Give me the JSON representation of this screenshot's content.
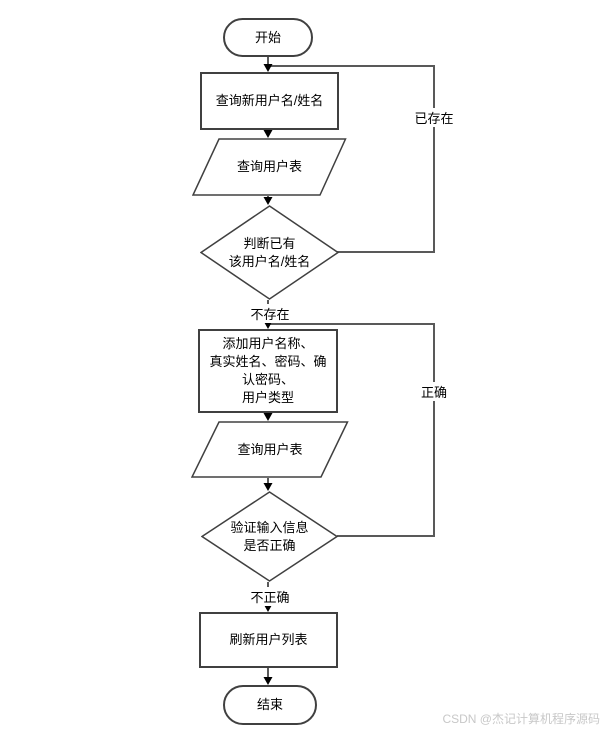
{
  "diagram": {
    "nodes": {
      "start": {
        "label": "开始"
      },
      "query_new_user": {
        "label": "查询新用户名/姓名"
      },
      "query_table_1": {
        "label": "查询用户表"
      },
      "check_exists": {
        "label": "判断已有\n该用户名/姓名"
      },
      "add_user": {
        "label": "添加用户名称、\n真实姓名、密码、确\n认密码、\n用户类型"
      },
      "query_table_2": {
        "label": "查询用户表"
      },
      "validate_input": {
        "label": "验证输入信息\n是否正确"
      },
      "refresh_list": {
        "label": "刷新用户列表"
      },
      "end": {
        "label": "结束"
      }
    },
    "edge_labels": {
      "exists": "已存在",
      "not_exists": "不存在",
      "correct": "正确",
      "incorrect": "不正确"
    },
    "colors": {
      "shape_border": "#404040",
      "connector": "#595959",
      "arrowhead": "#000000",
      "text": "#000000",
      "watermark": "#c8c8c8"
    }
  },
  "watermark": {
    "text": "CSDN @杰记计算机程序源码"
  }
}
